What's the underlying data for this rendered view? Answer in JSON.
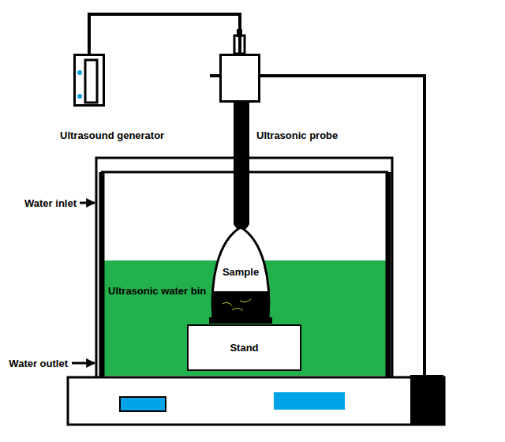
{
  "diagram": {
    "nodes": [
      {
        "text": [
          "Ultrasound generator"
        ]
      },
      {
        "text": [
          "Ultrasonic probe"
        ]
      },
      {
        "text": [
          "Ultrasonic water bin"
        ]
      },
      {
        "text": [
          "Sample"
        ],
        "in": 2
      },
      {
        "text": [
          "Stand"
        ],
        "in": 2
      }
    ],
    "edges": [
      {
        "from": 0,
        "to": 1,
        "arrow": "none"
      }
    ],
    "labels": [
      "Water inlet",
      "Water outlet"
    ]
  }
}
